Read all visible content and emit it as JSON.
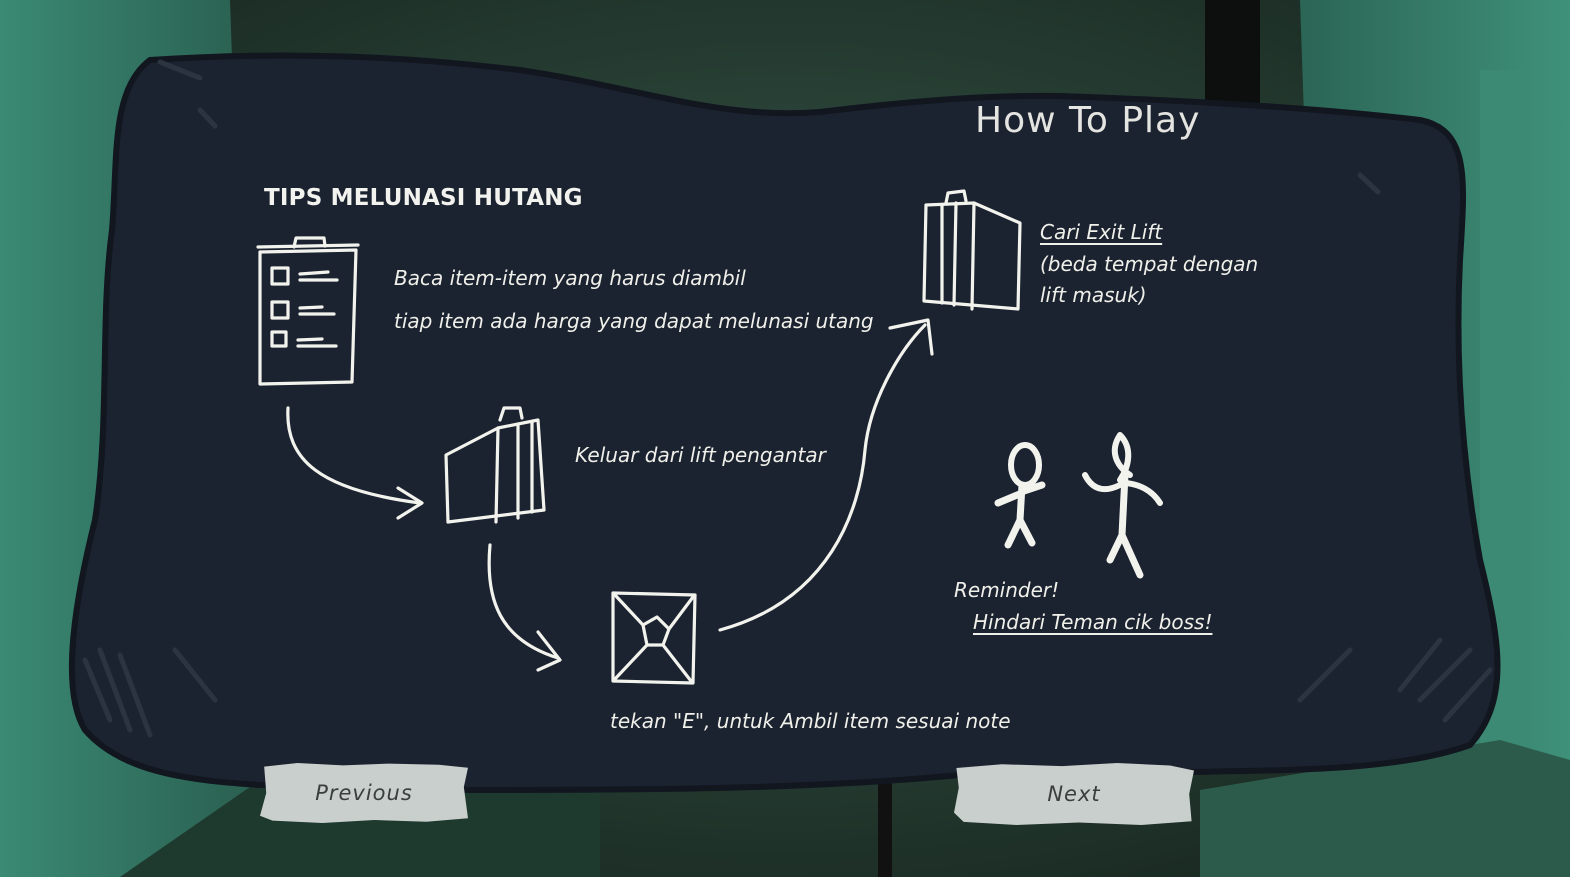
{
  "title": "How To Play",
  "tips_title": "TIPS MELUNASI HUTANG",
  "steps": {
    "read_line1": "Baca item-item yang harus diambil",
    "read_line2": "tiap item ada harga yang dapat melunasi utang",
    "exit_lift": "Keluar dari lift pengantar",
    "take_item": "tekan \"E\", untuk Ambil item sesuai note",
    "find_exit_title": "Cari Exit Lift",
    "find_exit_line2": "(beda tempat dengan",
    "find_exit_line3": "lift masuk)"
  },
  "reminder": {
    "label": "Reminder!",
    "text": "Hindari Teman cik boss!"
  },
  "buttons": {
    "previous": "Previous",
    "next": "Next"
  },
  "icons": [
    "clipboard-icon",
    "briefcase-icon",
    "item-box-icon",
    "lift-icon",
    "monster-icon"
  ],
  "colors": {
    "board": "#1c2330",
    "chalk": "#f3f3ee",
    "wall": "#2f6b5a",
    "button": "#c9cfcc"
  }
}
